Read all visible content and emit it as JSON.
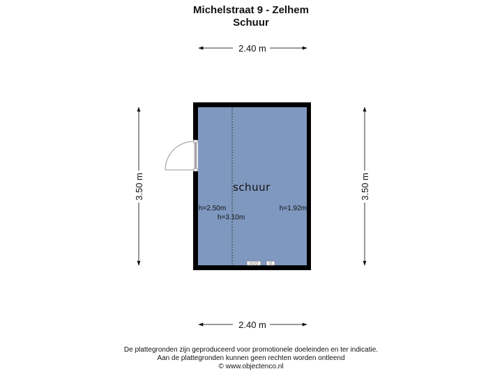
{
  "header": {
    "title": "Michelstraat 9 - Zelhem",
    "subtitle": "Schuur"
  },
  "plan": {
    "room_label": "schuur",
    "heights": {
      "left": "h=2.50m",
      "center": "h=3.10m",
      "right": "h=1.92m"
    },
    "dimensions": {
      "top": "2.40 m",
      "bottom": "2.40 m",
      "left": "3.50 m",
      "right": "3.50 m"
    },
    "colors": {
      "floor": "#7f98bf",
      "wall": "#000000",
      "dimension_line": "#333333"
    }
  },
  "footer": {
    "line1": "De plattegronden zijn geproduceerd voor promotionele doeleinden en ter indicatie.",
    "line2": "Aan de plattegronden kunnen geen rechten worden ontleend",
    "line3": "© www.objectenco.nl"
  }
}
